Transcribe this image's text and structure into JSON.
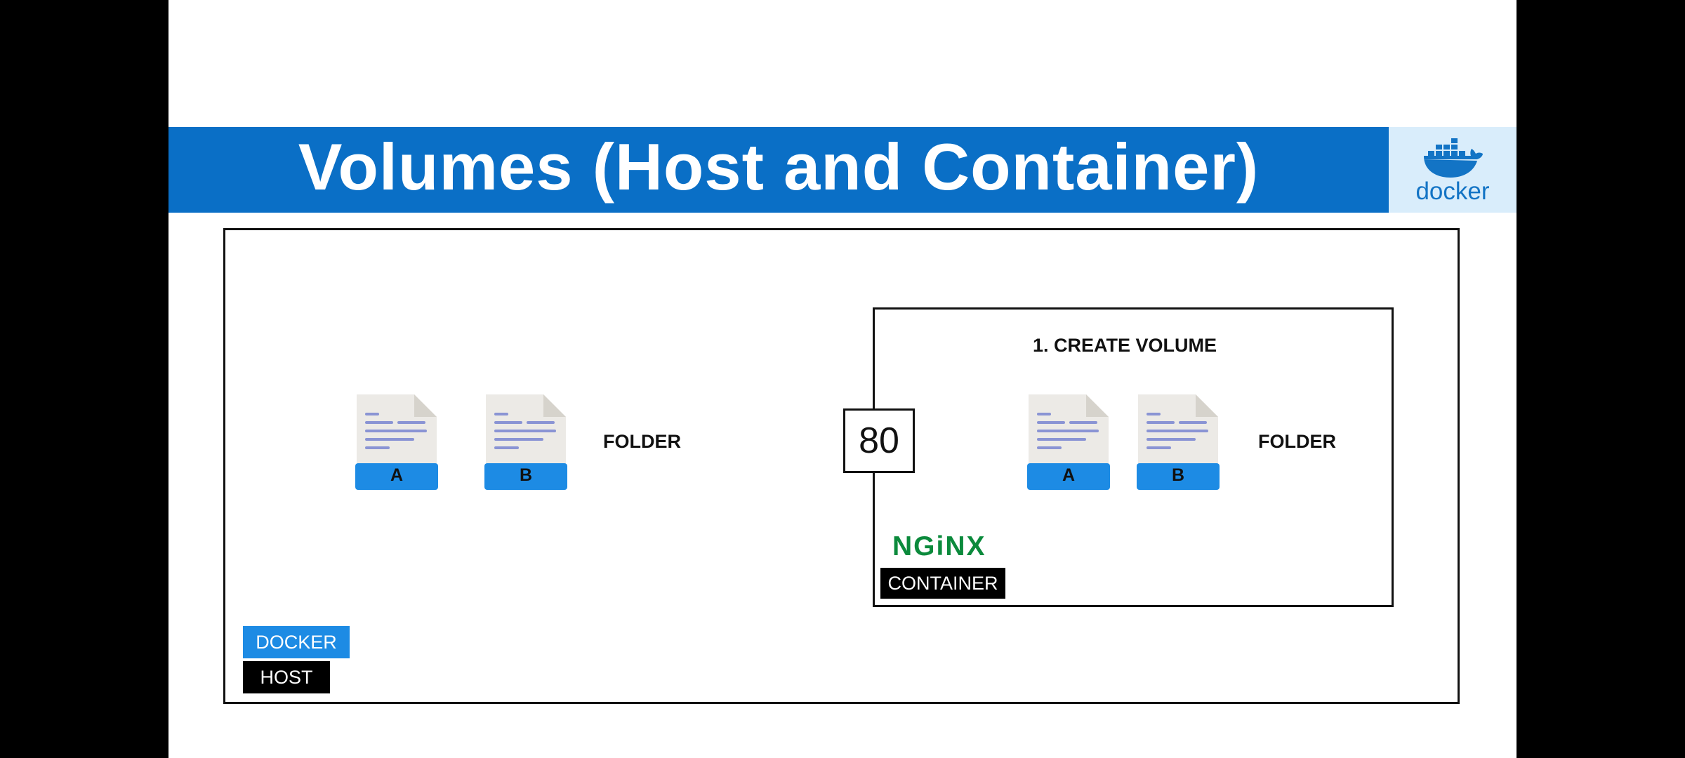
{
  "slide": {
    "title": "Volumes (Host and Container)",
    "logo_text": "docker",
    "colors": {
      "title_bar": "#0a6fc6",
      "logo_bg": "#d9edfb",
      "docker_blue": "#1d8be4",
      "nginx_green": "#0b8a3c"
    }
  },
  "host": {
    "files": [
      {
        "letter": "A"
      },
      {
        "letter": "B"
      }
    ],
    "folder_label": "FOLDER",
    "docker_tag": "DOCKER",
    "host_tag": "HOST"
  },
  "port": {
    "value": "80"
  },
  "container": {
    "step_label": "1. CREATE VOLUME",
    "files": [
      {
        "letter": "A"
      },
      {
        "letter": "B"
      }
    ],
    "folder_label": "FOLDER",
    "logo_text": "NGiNX",
    "container_tag": "CONTAINER"
  }
}
